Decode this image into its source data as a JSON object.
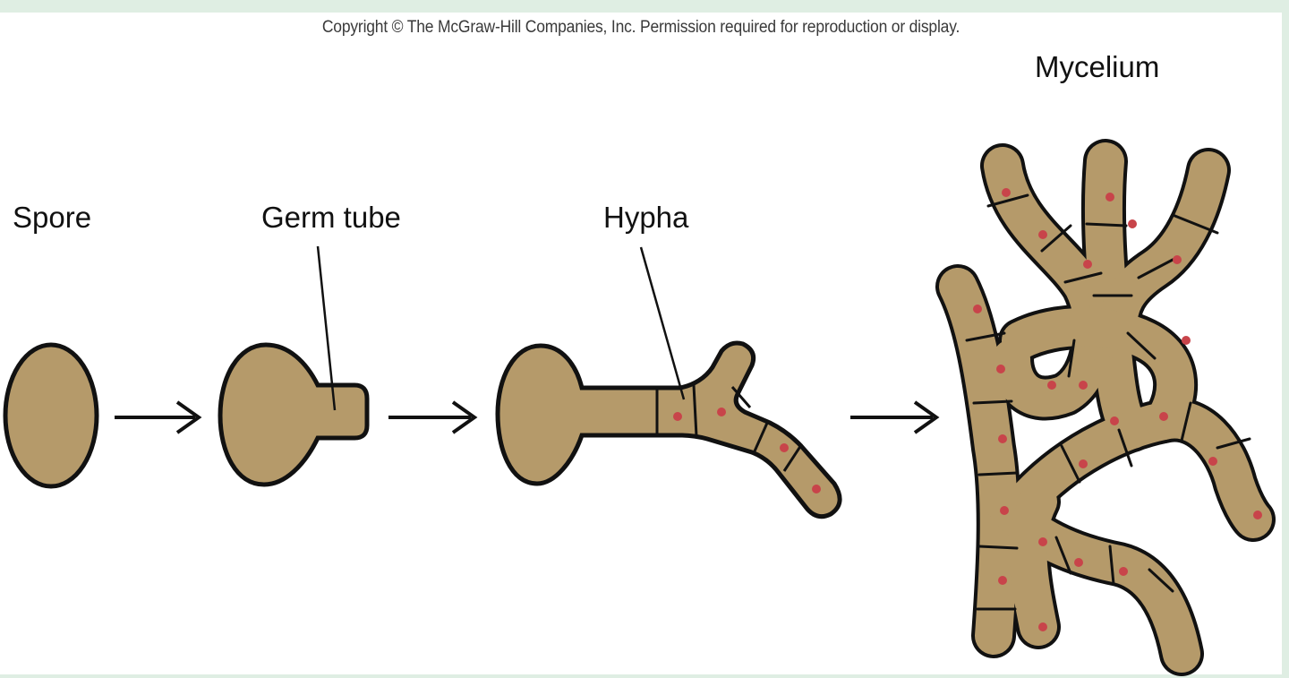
{
  "copyright": "Copyright © The McGraw-Hill Companies, Inc. Permission required for reproduction or display.",
  "labels": {
    "spore": "Spore",
    "germ_tube": "Germ tube",
    "hypha": "Hypha",
    "mycelium": "Mycelium"
  },
  "colors": {
    "fill": "#b59a6a",
    "outline": "#111111",
    "nucleus": "#c8444a",
    "background": "#ffffff",
    "border": "#dfeee3"
  }
}
